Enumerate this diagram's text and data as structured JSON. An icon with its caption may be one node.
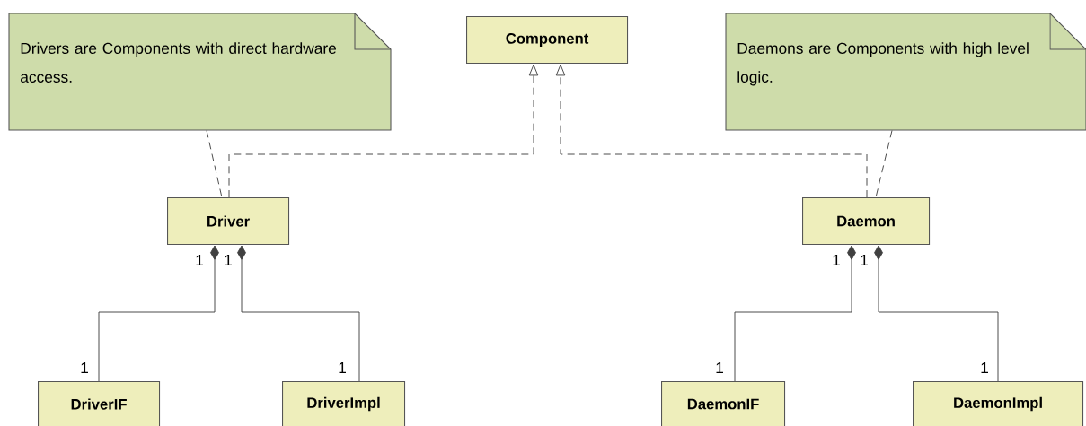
{
  "diagram": {
    "nodes": [
      {
        "text": [
          "Drivers are Components with direct hardware access."
        ]
      },
      {
        "text": [
          "Component"
        ]
      },
      {
        "text": [
          "Daemons are Components with high level logic."
        ]
      },
      {
        "text": [
          "Driver"
        ]
      },
      {
        "text": [
          "Daemon"
        ]
      },
      {
        "text": [
          "DriverIF"
        ]
      },
      {
        "text": [
          "DriverImpl"
        ]
      },
      {
        "text": [
          "DaemonIF"
        ]
      },
      {
        "text": [
          "DaemonImpl"
        ]
      }
    ],
    "edges": [
      {
        "from": 3,
        "to": 1,
        "arrow": "to",
        "style": "dashed"
      },
      {
        "from": 4,
        "to": 1,
        "arrow": "to",
        "style": "dashed"
      },
      {
        "from": 0,
        "to": 3,
        "arrow": "none",
        "style": "dashed"
      },
      {
        "from": 2,
        "to": 4,
        "arrow": "none",
        "style": "dashed"
      },
      {
        "from": 3,
        "to": 5,
        "arrow": "other"
      },
      {
        "from": 3,
        "to": 6,
        "arrow": "other"
      },
      {
        "from": 4,
        "to": 7,
        "arrow": "other"
      },
      {
        "from": 4,
        "to": 8,
        "arrow": "other"
      }
    ],
    "labels": [
      "1",
      "1",
      "1",
      "1",
      "1",
      "1",
      "1",
      "1"
    ]
  }
}
